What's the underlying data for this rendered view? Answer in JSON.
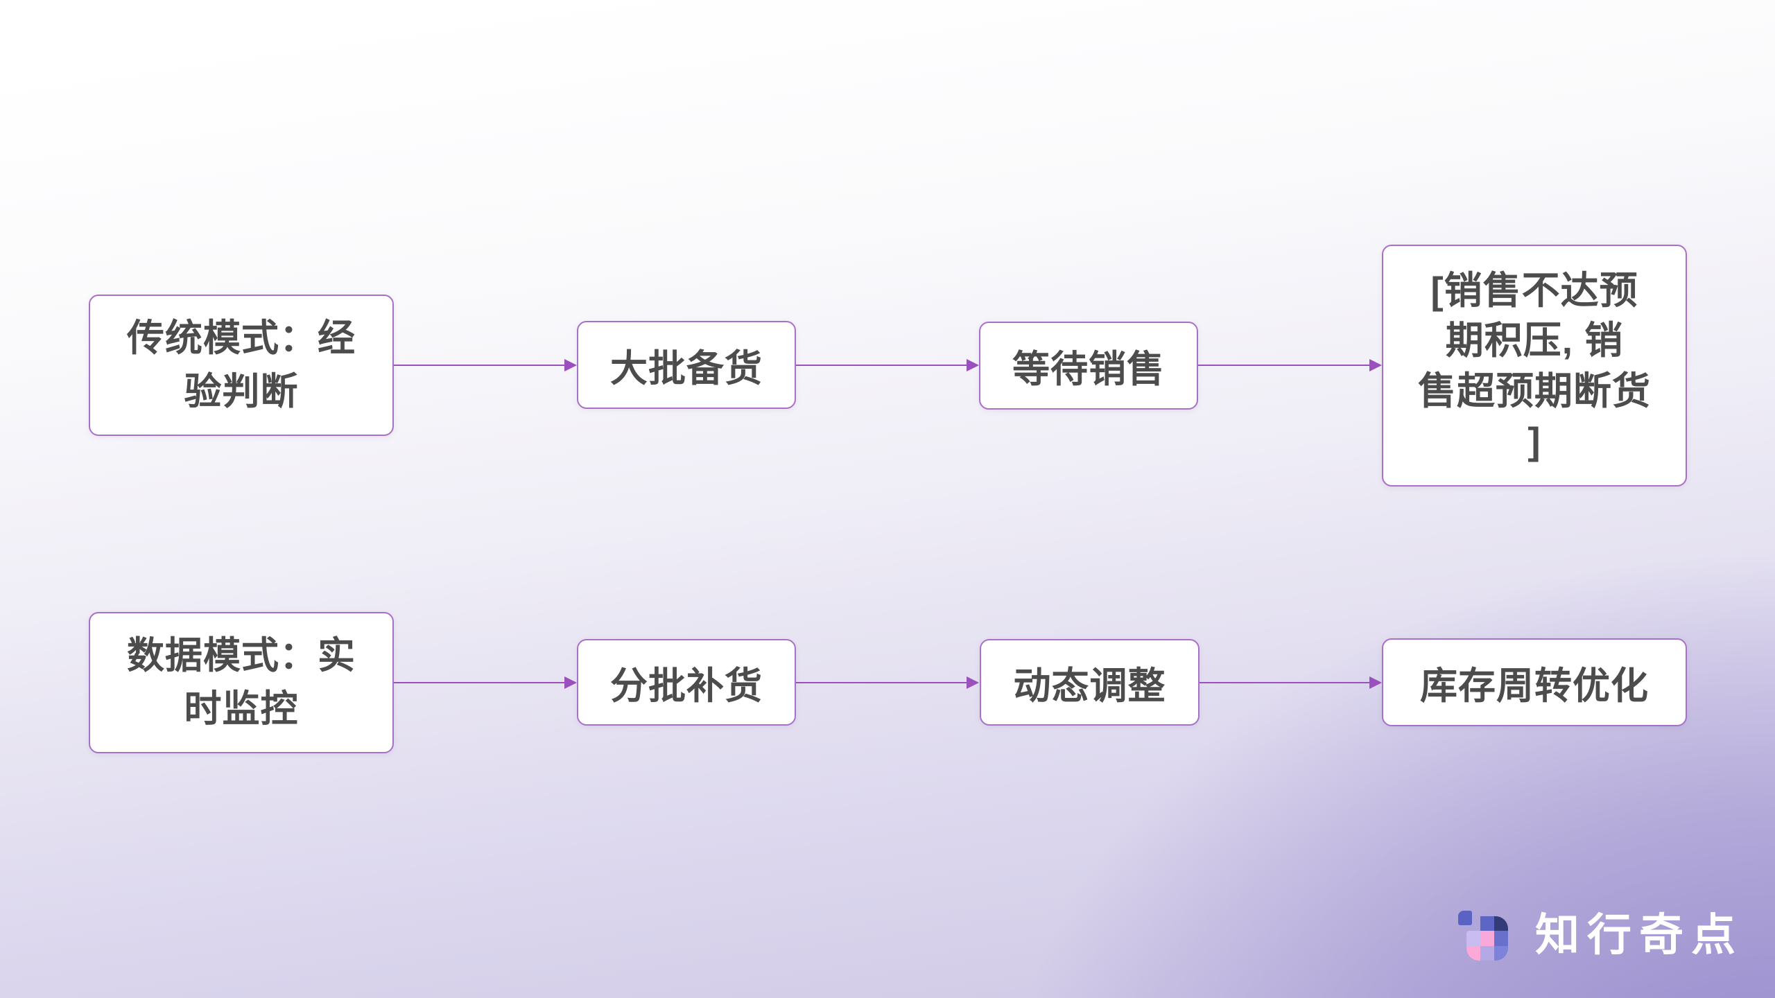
{
  "flow_rows": [
    {
      "name": "traditional-mode-row",
      "nodes": [
        {
          "label": "传统模式：经\n验判断"
        },
        {
          "label": "大批备货"
        },
        {
          "label": "等待销售"
        },
        {
          "label": "[销售不达预\n期积压, 销\n售超预期断货\n]"
        }
      ]
    },
    {
      "name": "data-mode-row",
      "nodes": [
        {
          "label": "数据模式：实\n时监控"
        },
        {
          "label": "分批补货"
        },
        {
          "label": "动态调整"
        },
        {
          "label": "库存周转优化"
        }
      ]
    }
  ],
  "logo": {
    "brand_text": "知行奇点",
    "icon_name": "pixel-grid-logo-icon"
  },
  "colors": {
    "node_border": "#a96fc9",
    "node_bg": "#ffffff",
    "node_text": "#4c4c4c",
    "arrow": "#9b51bd",
    "bg_top": "#ffffff",
    "bg_bottom_right": "#a79dd4",
    "logo_text": "#ffffff",
    "cell_small": "#5a62c4",
    "cell_r1c2": "#5d66c4",
    "cell_r1c3": "#333c78",
    "cell_r2c1": "#c9bcf0",
    "cell_r2c2": "#f8a9da",
    "cell_r2c3": "#6970cb",
    "cell_r3c1": "#fda9d8",
    "cell_r3c2": "#b2a9e6",
    "cell_r3c3": "#7d83d8"
  }
}
